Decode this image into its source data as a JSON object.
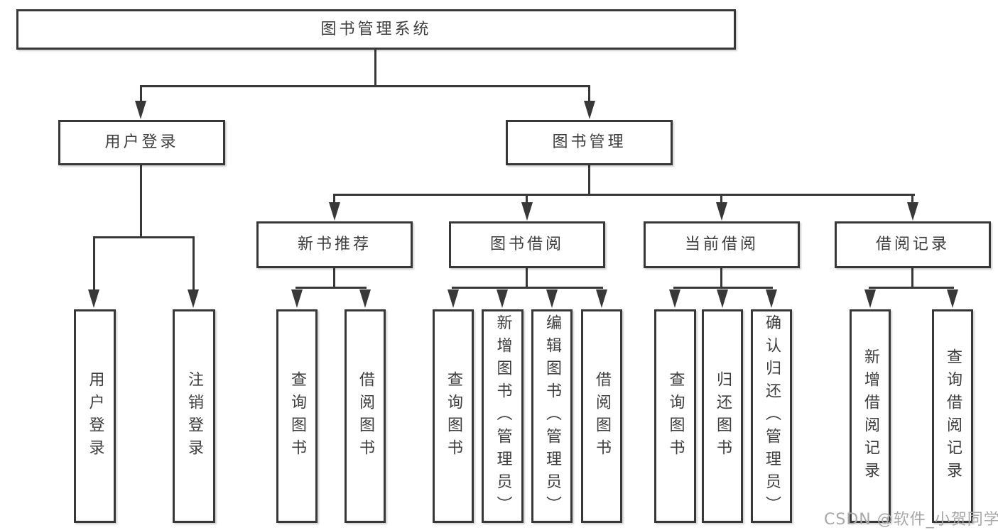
{
  "tree": {
    "label": "图书管理系统",
    "children": [
      {
        "label": "用户登录",
        "children": [
          {
            "label": "用户登录"
          },
          {
            "label": "注销登录"
          }
        ]
      },
      {
        "label": "图书管理",
        "children": [
          {
            "label": "新书推荐",
            "children": [
              {
                "label": "查询图书"
              },
              {
                "label": "借阅图书"
              }
            ]
          },
          {
            "label": "图书借阅",
            "children": [
              {
                "label": "查询图书"
              },
              {
                "label": "新增图书（管理员）"
              },
              {
                "label": "编辑图书（管理员）"
              },
              {
                "label": "借阅图书"
              }
            ]
          },
          {
            "label": "当前借阅",
            "children": [
              {
                "label": "查询图书"
              },
              {
                "label": "归还图书"
              },
              {
                "label": "确认归还（管理员）"
              }
            ]
          },
          {
            "label": "借阅记录",
            "children": [
              {
                "label": "新增借阅记录"
              },
              {
                "label": "查询借阅记录"
              }
            ]
          }
        ]
      }
    ]
  },
  "watermark": {
    "text": "CSDN @软件_小贺同学"
  },
  "colors": {
    "line": "#383838",
    "text": "#3d3d3d",
    "box_background": "#ffffff",
    "page_background": "#ffffff",
    "watermark": "#a8a8a8"
  }
}
